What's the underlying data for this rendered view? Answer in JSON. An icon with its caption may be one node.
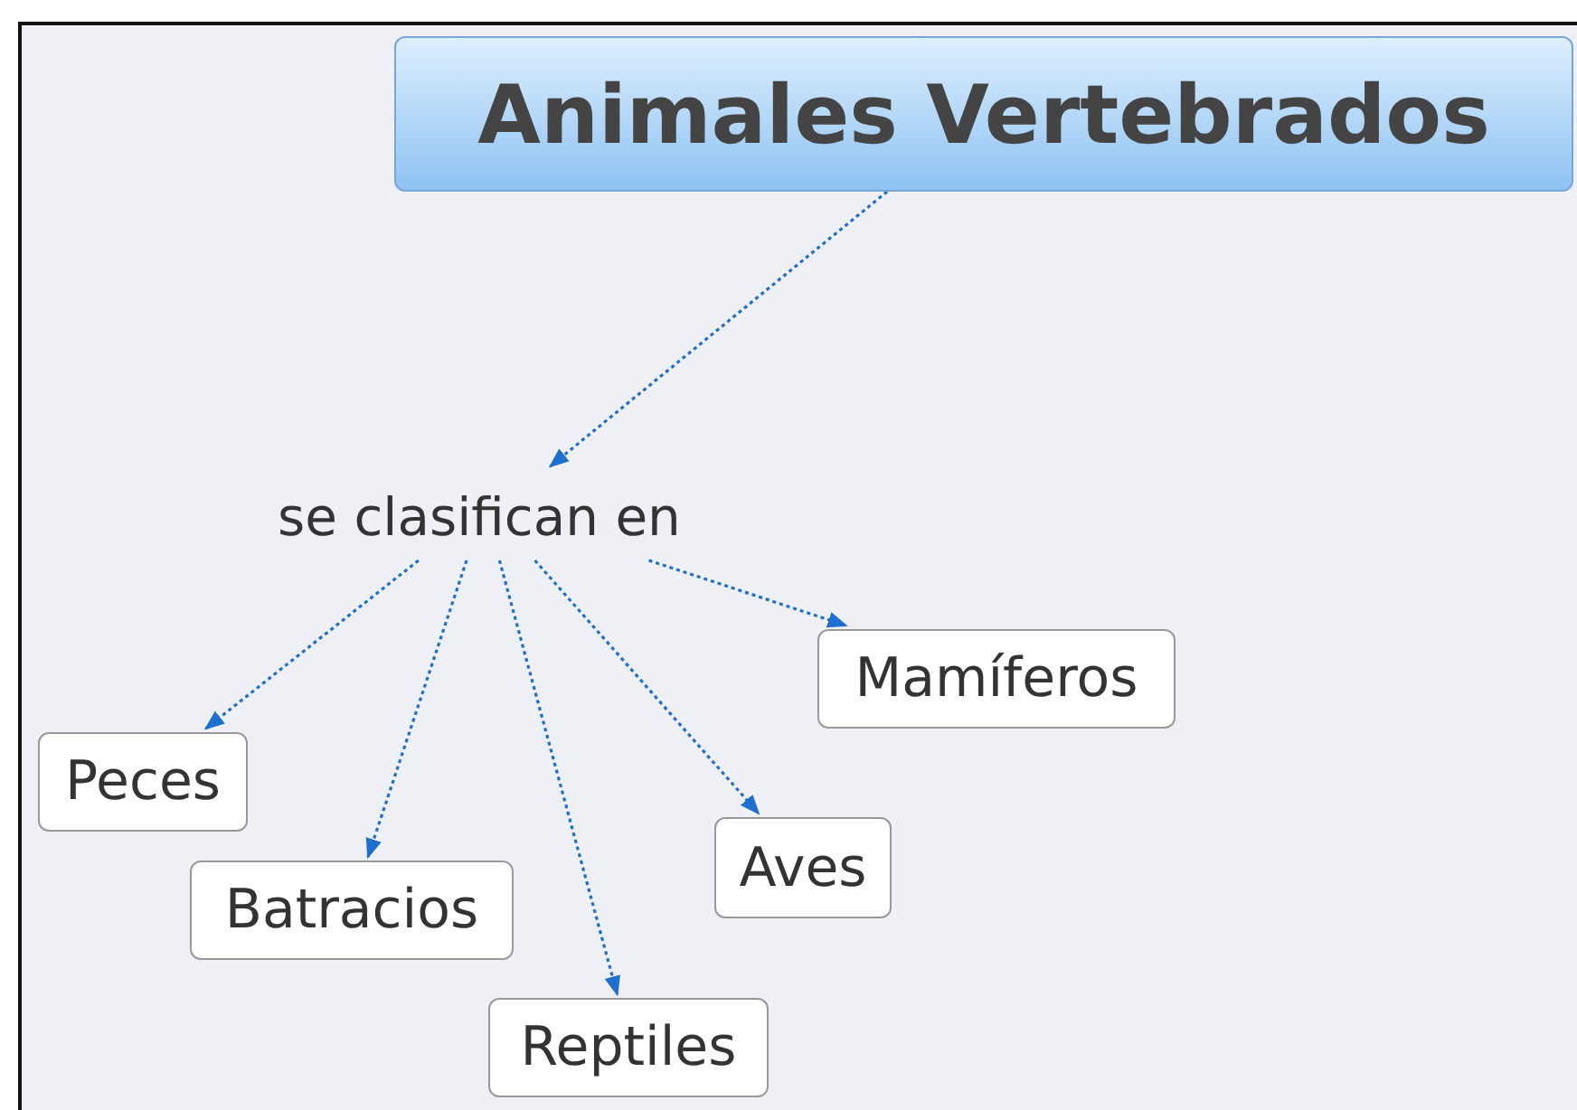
{
  "diagram": {
    "nodes": [
      {
        "text": [
          "Animales Vertebrados"
        ]
      },
      {
        "text": [
          "se clasifican en"
        ]
      },
      {
        "text": [
          "Mamíferos"
        ]
      },
      {
        "text": [
          "Peces"
        ]
      },
      {
        "text": [
          "Batracios"
        ]
      },
      {
        "text": [
          "Aves"
        ]
      },
      {
        "text": [
          "Reptiles"
        ]
      }
    ],
    "edges": [
      {
        "from": 0,
        "to": 1,
        "arrow": "to",
        "style": "dashed"
      },
      {
        "from": 1,
        "to": 3,
        "arrow": "to",
        "style": "dashed"
      },
      {
        "from": 1,
        "to": 4,
        "arrow": "to",
        "style": "dashed"
      },
      {
        "from": 1,
        "to": 6,
        "arrow": "to",
        "style": "dashed"
      },
      {
        "from": 1,
        "to": 5,
        "arrow": "to",
        "style": "dashed"
      },
      {
        "from": 1,
        "to": 2,
        "arrow": "to",
        "style": "dashed"
      }
    ]
  }
}
